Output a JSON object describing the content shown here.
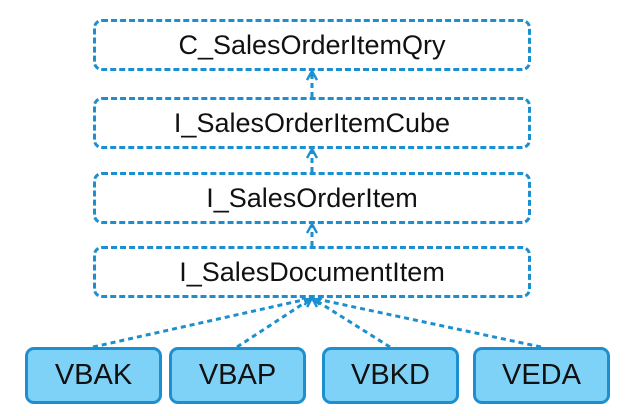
{
  "diagram": {
    "views": [
      {
        "id": "c-salesorderitemqry",
        "label": "C_SalesOrderItemQry"
      },
      {
        "id": "i-salesorderitemcube",
        "label": "I_SalesOrderItemCube"
      },
      {
        "id": "i-salesorderitem",
        "label": "I_SalesOrderItem"
      },
      {
        "id": "i-salesdocumentitem",
        "label": "I_SalesDocumentItem"
      }
    ],
    "tables": [
      {
        "id": "vbak",
        "label": "VBAK"
      },
      {
        "id": "vbap",
        "label": "VBAP"
      },
      {
        "id": "vbkd",
        "label": "VBKD"
      },
      {
        "id": "veda",
        "label": "VEDA"
      }
    ],
    "edges": [
      {
        "from": "i-salesorderitemcube",
        "to": "c-salesorderitemqry"
      },
      {
        "from": "i-salesorderitem",
        "to": "i-salesorderitemcube"
      },
      {
        "from": "i-salesdocumentitem",
        "to": "i-salesorderitem"
      },
      {
        "from": "vbak",
        "to": "i-salesdocumentitem"
      },
      {
        "from": "vbap",
        "to": "i-salesdocumentitem"
      },
      {
        "from": "vbkd",
        "to": "i-salesdocumentitem"
      },
      {
        "from": "veda",
        "to": "i-salesdocumentitem"
      }
    ],
    "colors": {
      "line": "#1b8fd0",
      "table_fill": "#7fd2f7",
      "text": "#111111"
    }
  }
}
